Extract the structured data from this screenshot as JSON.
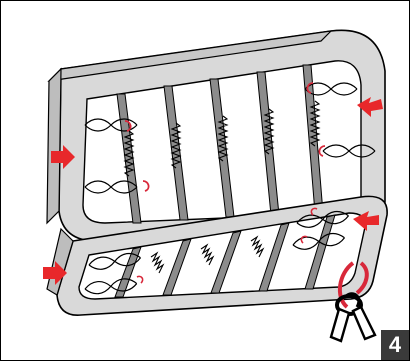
{
  "step_number": "4",
  "colors": {
    "frame_fill": "#d9d9d9",
    "outline": "#000000",
    "arrow": "#e8282b",
    "slat": "#8c8c8c",
    "spring_clip": "#d8283a"
  },
  "icons": {
    "upper_panel": "seat-frame-upper",
    "lower_panel": "seat-frame-lower",
    "arrows": "red-push-arrow",
    "hook": "hook-knot-icon"
  }
}
